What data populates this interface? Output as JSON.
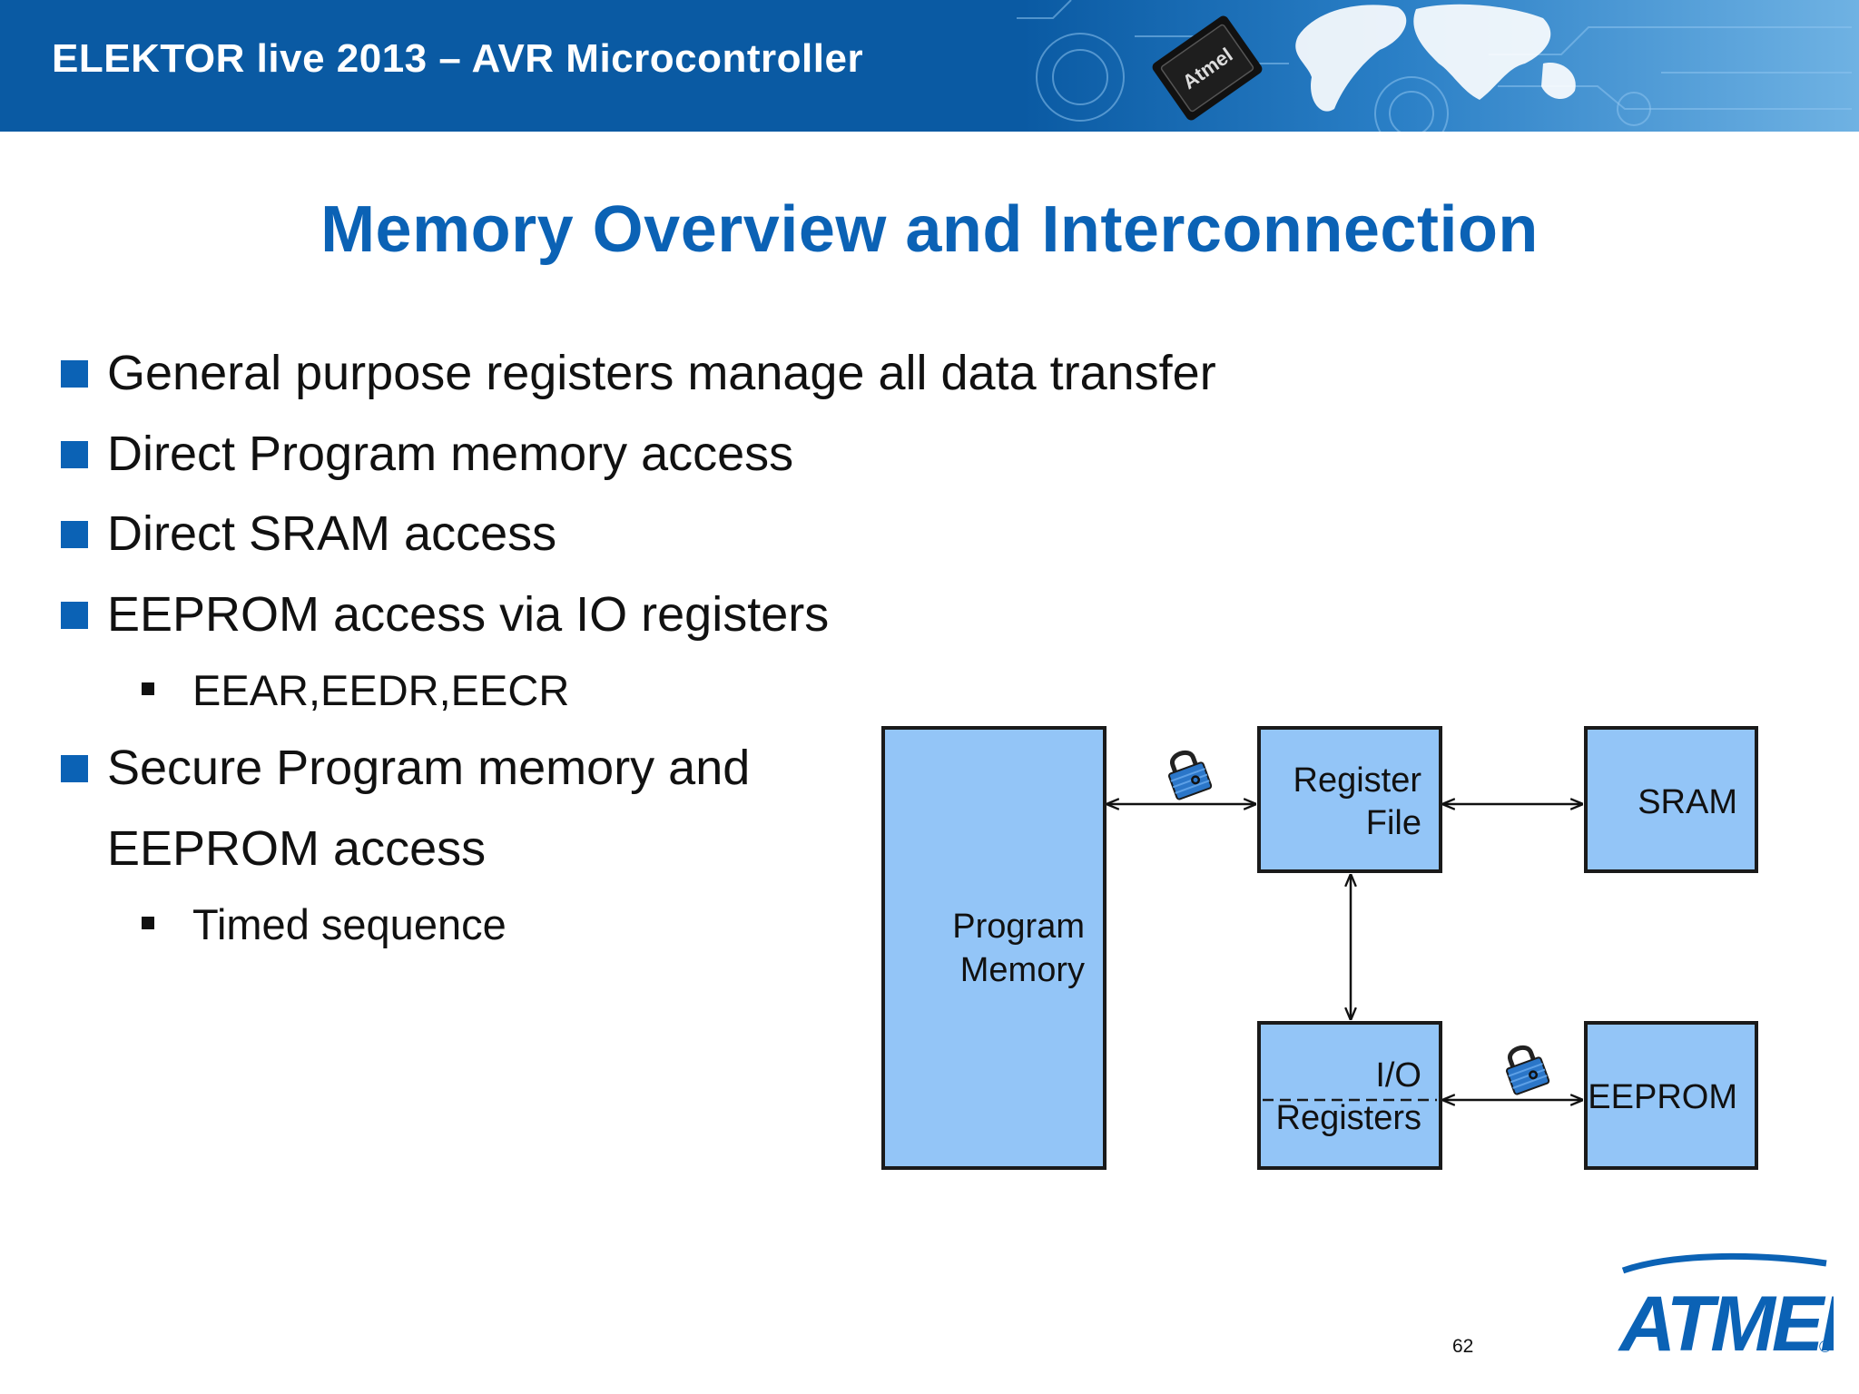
{
  "header": {
    "title": "ELEKTOR live 2013 – AVR Microcontroller"
  },
  "slide": {
    "title": "Memory Overview and Interconnection",
    "page_number": "62"
  },
  "bullets": {
    "b1": "General purpose registers manage all data transfer",
    "b2": "Direct Program memory access",
    "b3": "Direct SRAM access",
    "b4": "EEPROM access via IO registers",
    "b4_sub": "EEAR,EEDR,EECR",
    "b5_line1": "Secure Program memory and",
    "b5_line2": "EEPROM access",
    "b5_sub": "Timed sequence"
  },
  "diagram": {
    "program_memory_line1": "Program",
    "program_memory_line2": "Memory",
    "register_file_line1": "Register",
    "register_file_line2": "File",
    "sram": "SRAM",
    "io_line1": "I/O",
    "io_line2": "Registers",
    "eeprom": "EEPROM"
  },
  "logo": {
    "text": "ATMEL",
    "mark": "®"
  },
  "colors": {
    "header_bg": "#0a5aa3",
    "accent_blue": "#0b62b5",
    "box_fill": "#93c5f7",
    "box_stroke": "#1a1a1a"
  }
}
